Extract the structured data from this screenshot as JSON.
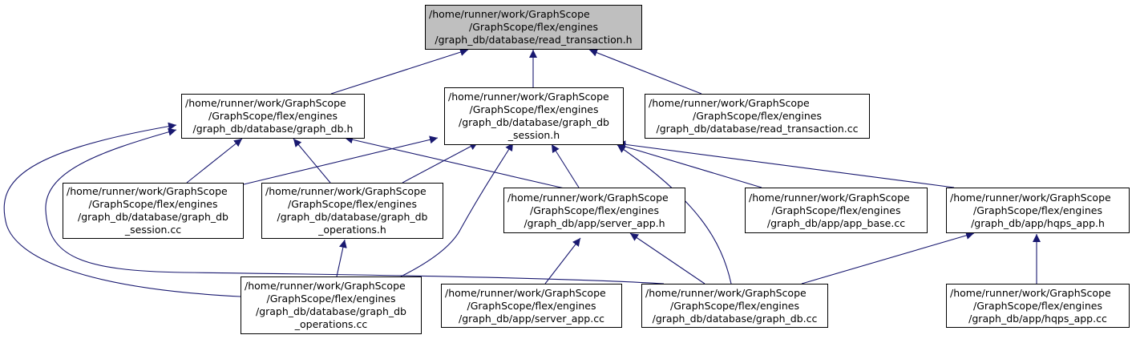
{
  "colors": {
    "edge": "#191970",
    "root_fill": "#bfbfbf",
    "node_fill": "#ffffff",
    "border": "#000000"
  },
  "nodes": {
    "read_transaction_h": {
      "lines": [
        "/home/runner/work/GraphScope",
        "/GraphScope/flex/engines",
        "/graph_db/database/read_transaction.h"
      ]
    },
    "graph_db_h": {
      "lines": [
        "/home/runner/work/GraphScope",
        "/GraphScope/flex/engines",
        "/graph_db/database/graph_db.h"
      ]
    },
    "graph_db_session_h": {
      "lines": [
        "/home/runner/work/GraphScope",
        "/GraphScope/flex/engines",
        "/graph_db/database/graph_db",
        "_session.h"
      ]
    },
    "read_transaction_cc": {
      "lines": [
        "/home/runner/work/GraphScope",
        "/GraphScope/flex/engines",
        "/graph_db/database/read_transaction.cc"
      ]
    },
    "graph_db_session_cc": {
      "lines": [
        "/home/runner/work/GraphScope",
        "/GraphScope/flex/engines",
        "/graph_db/database/graph_db",
        "_session.cc"
      ]
    },
    "graph_db_operations_h": {
      "lines": [
        "/home/runner/work/GraphScope",
        "/GraphScope/flex/engines",
        "/graph_db/database/graph_db",
        "_operations.h"
      ]
    },
    "server_app_h": {
      "lines": [
        "/home/runner/work/GraphScope",
        "/GraphScope/flex/engines",
        "/graph_db/app/server_app.h"
      ]
    },
    "app_base_cc": {
      "lines": [
        "/home/runner/work/GraphScope",
        "/GraphScope/flex/engines",
        "/graph_db/app/app_base.cc"
      ]
    },
    "hqps_app_h": {
      "lines": [
        "/home/runner/work/GraphScope",
        "/GraphScope/flex/engines",
        "/graph_db/app/hqps_app.h"
      ]
    },
    "graph_db_operations_cc": {
      "lines": [
        "/home/runner/work/GraphScope",
        "/GraphScope/flex/engines",
        "/graph_db/database/graph_db",
        "_operations.cc"
      ]
    },
    "server_app_cc": {
      "lines": [
        "/home/runner/work/GraphScope",
        "/GraphScope/flex/engines",
        "/graph_db/app/server_app.cc"
      ]
    },
    "graph_db_cc": {
      "lines": [
        "/home/runner/work/GraphScope",
        "/GraphScope/flex/engines",
        "/graph_db/database/graph_db.cc"
      ]
    },
    "hqps_app_cc": {
      "lines": [
        "/home/runner/work/GraphScope",
        "/GraphScope/flex/engines",
        "/graph_db/app/hqps_app.cc"
      ]
    }
  },
  "edges": [
    {
      "from": "graph_db_h",
      "to": "read_transaction_h"
    },
    {
      "from": "graph_db_session_h",
      "to": "read_transaction_h"
    },
    {
      "from": "read_transaction_cc",
      "to": "read_transaction_h"
    },
    {
      "from": "graph_db_session_cc",
      "to": "graph_db_h"
    },
    {
      "from": "graph_db_operations_h",
      "to": "graph_db_h"
    },
    {
      "from": "server_app_h",
      "to": "graph_db_h"
    },
    {
      "from": "graph_db_operations_cc",
      "to": "graph_db_h"
    },
    {
      "from": "graph_db_cc",
      "to": "graph_db_h"
    },
    {
      "from": "graph_db_session_cc",
      "to": "graph_db_session_h"
    },
    {
      "from": "graph_db_operations_h",
      "to": "graph_db_session_h"
    },
    {
      "from": "graph_db_operations_cc",
      "to": "graph_db_session_h"
    },
    {
      "from": "server_app_h",
      "to": "graph_db_session_h"
    },
    {
      "from": "graph_db_cc",
      "to": "graph_db_session_h"
    },
    {
      "from": "app_base_cc",
      "to": "graph_db_session_h"
    },
    {
      "from": "hqps_app_h",
      "to": "graph_db_session_h"
    },
    {
      "from": "graph_db_operations_cc",
      "to": "graph_db_operations_h"
    },
    {
      "from": "server_app_cc",
      "to": "server_app_h"
    },
    {
      "from": "graph_db_cc",
      "to": "server_app_h"
    },
    {
      "from": "graph_db_cc",
      "to": "hqps_app_h"
    },
    {
      "from": "hqps_app_cc",
      "to": "hqps_app_h"
    }
  ]
}
